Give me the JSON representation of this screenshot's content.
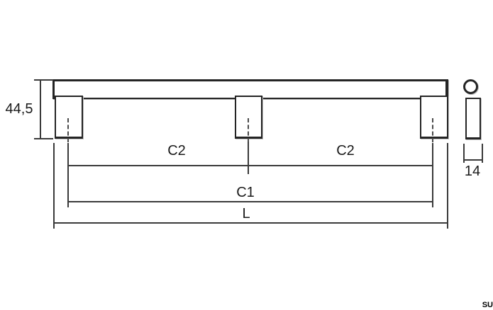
{
  "diagram": {
    "type": "technical-drawing",
    "subject": "bar handle with three posts, front view and side view",
    "views": {
      "front": "handle bar with left, middle and right mounting posts",
      "side": "tube cross-section ring above flat post profile"
    },
    "dimensions": {
      "height_label": "44,5",
      "c2_left_label": "C2",
      "c2_right_label": "C2",
      "c1_label": "C1",
      "length_label": "L",
      "diameter_label": "14"
    },
    "watermark": "SU",
    "colors": {
      "background": "#ffffff",
      "object_line": "#242424",
      "dimension_line": "#3a3a3a",
      "text": "#1a1a1a"
    }
  }
}
